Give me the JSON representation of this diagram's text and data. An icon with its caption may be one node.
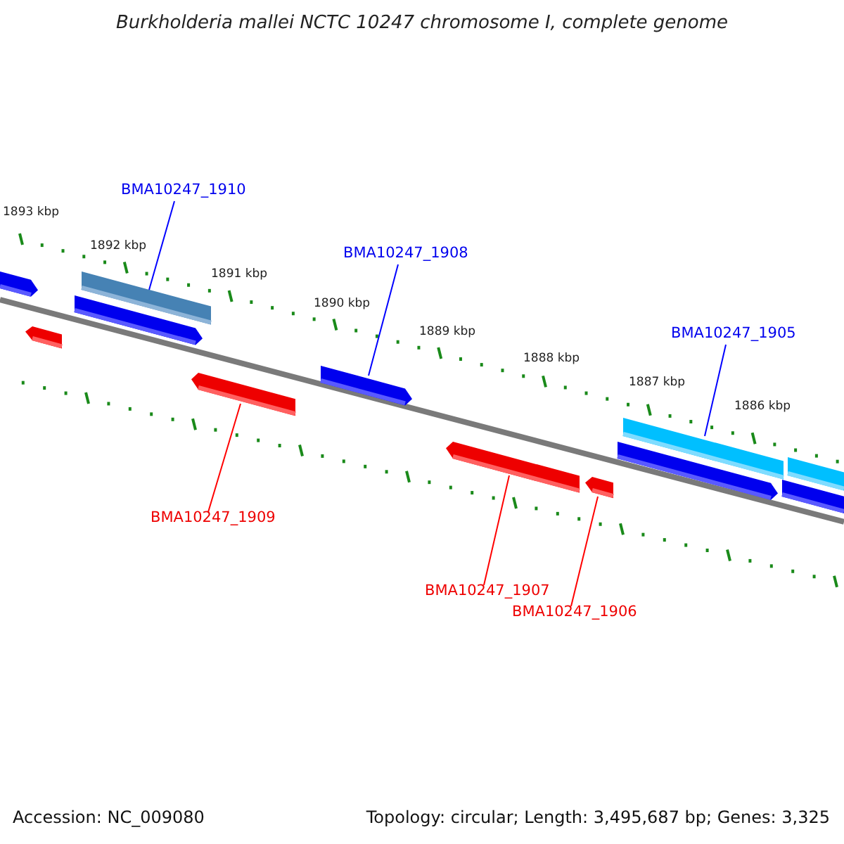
{
  "diagram": {
    "title": "Burkholderia mallei NCTC 10247 chromosome I, complete genome",
    "nodes": [
      {
        "text": [
          "BMA10247_1910"
        ]
      },
      {
        "text": [
          "BMA10247_1908"
        ]
      },
      {
        "text": [
          "BMA10247_1905"
        ]
      },
      {
        "text": [
          "BMA10247_1909"
        ]
      },
      {
        "text": [
          "BMA10247_1907"
        ]
      },
      {
        "text": [
          "BMA10247_1906"
        ]
      },
      {
        "text": [],
        "shape": "arrow"
      },
      {
        "text": [],
        "shape": "arrow"
      },
      {
        "text": [],
        "shape": "arrow"
      },
      {
        "text": [],
        "shape": "bar"
      },
      {
        "text": [],
        "shape": "arrow"
      },
      {
        "text": [],
        "shape": "arrow"
      },
      {
        "text": [],
        "shape": "arrow"
      },
      {
        "text": [],
        "shape": "arrow"
      },
      {
        "text": [],
        "shape": "arrow"
      },
      {
        "text": [],
        "shape": "bar"
      },
      {
        "text": [],
        "shape": "bar"
      },
      {
        "text": [],
        "shape": "bar"
      }
    ],
    "edges": [
      {
        "from": 0,
        "to": 9,
        "arrow": "none",
        "color": "#0000ff"
      },
      {
        "from": 1,
        "to": 11,
        "arrow": "none",
        "color": "#0000ff"
      },
      {
        "from": 2,
        "to": 15,
        "arrow": "none",
        "color": "#0000ff"
      },
      {
        "from": 3,
        "to": 10,
        "arrow": "none",
        "color": "#ff0000"
      },
      {
        "from": 4,
        "to": 12,
        "arrow": "none",
        "color": "#ff0000"
      },
      {
        "from": 5,
        "to": 13,
        "arrow": "none",
        "color": "#ff0000"
      }
    ],
    "labels": [
      "1893 kbp",
      "1892 kbp",
      "1891 kbp",
      "1890 kbp",
      "1889 kbp",
      "1888 kbp",
      "1887 kbp",
      "1886 kbp",
      "Accession: NC_009080",
      "Topology: circular; Length: 3,495,687 bp; Genes: 3,325"
    ]
  }
}
